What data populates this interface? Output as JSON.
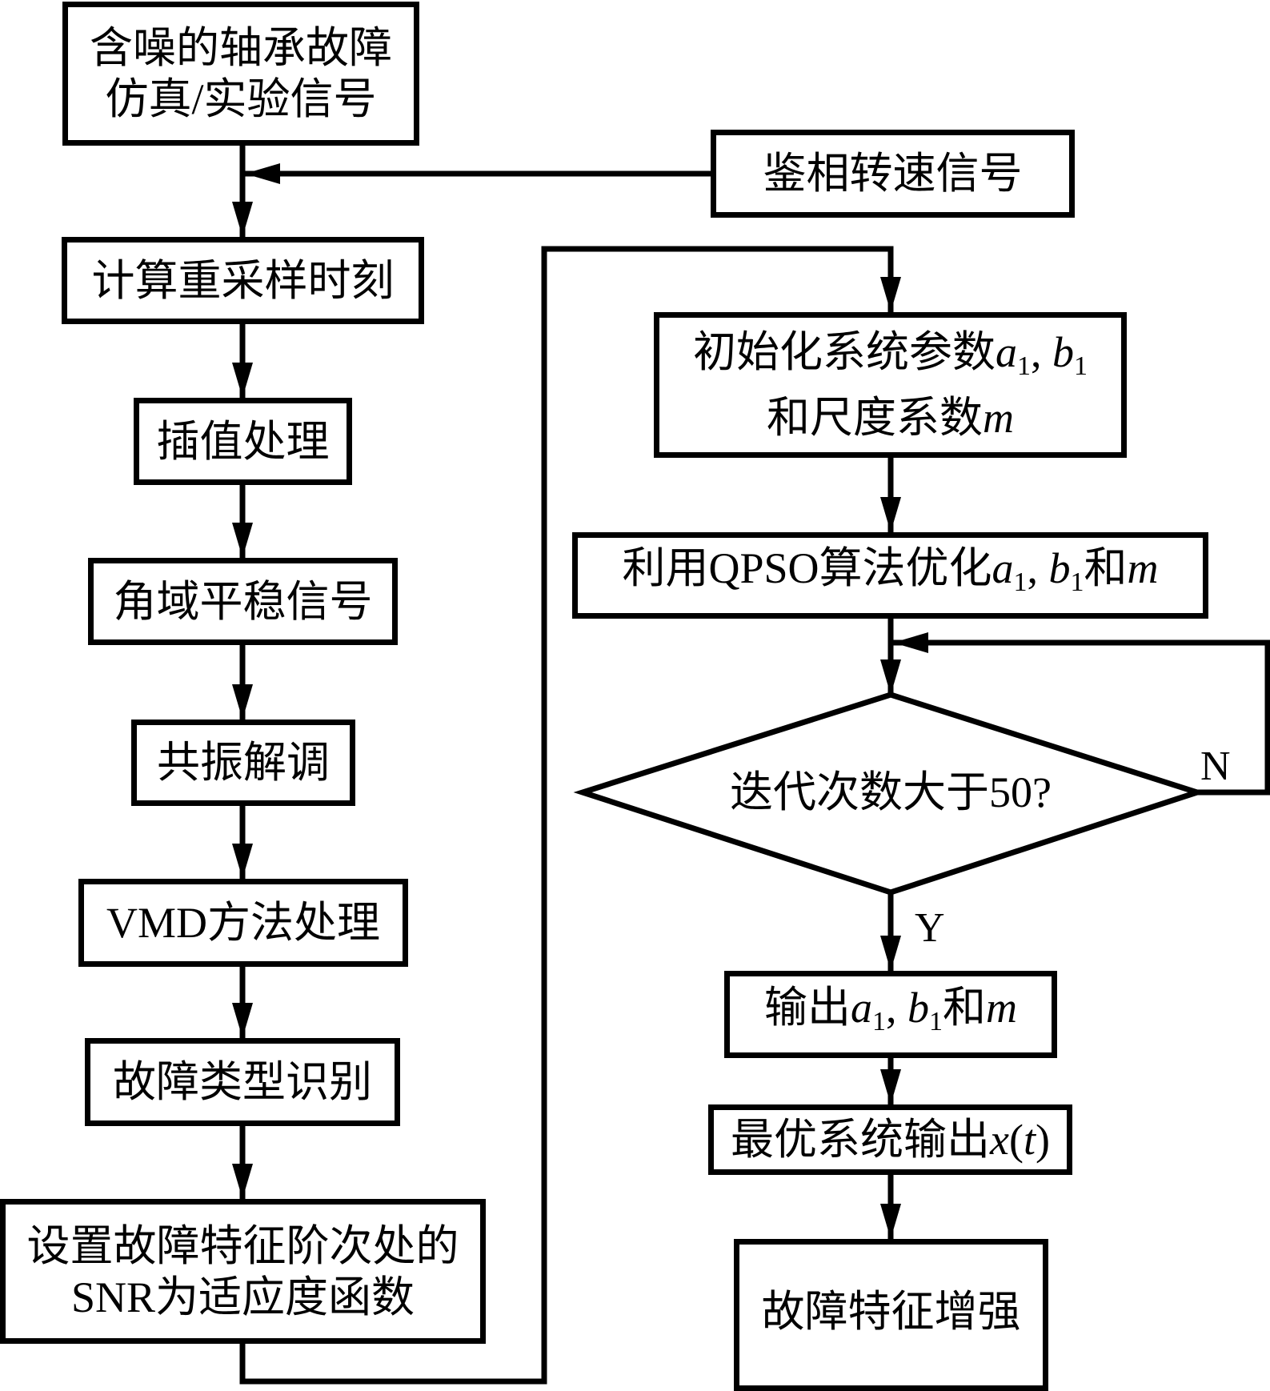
{
  "diagram": {
    "type": "flowchart",
    "left_column": [
      {
        "id": "noisy-signal",
        "lines": [
          "含噪的轴承故障",
          "仿真/实验信号"
        ]
      },
      {
        "id": "resample-time",
        "lines": [
          "计算重采样时刻"
        ]
      },
      {
        "id": "interpolation",
        "lines": [
          "插值处理"
        ]
      },
      {
        "id": "angle-domain-signal",
        "lines": [
          "角域平稳信号"
        ]
      },
      {
        "id": "resonance-demod",
        "lines": [
          "共振解调"
        ]
      },
      {
        "id": "vmd",
        "lines": [
          "VMD方法处理"
        ]
      },
      {
        "id": "fault-type",
        "lines": [
          "故障类型识别"
        ]
      },
      {
        "id": "fitness",
        "lines": [
          "设置故障特征阶次处的",
          "SNR为适应度函数"
        ]
      }
    ],
    "side_input": {
      "id": "tacho-signal",
      "lines": [
        "鉴相转速信号"
      ]
    },
    "right_column": {
      "init": {
        "prefix": "初始化系统参数",
        "a": "a",
        "sub1": "1",
        "sep": ", ",
        "b": "b",
        "sub2": "1",
        "line2_prefix": "和尺度系数",
        "m": "m"
      },
      "qpso": {
        "prefix": "利用QPSO算法优化",
        "a": "a",
        "sub1": "1",
        "sep": ", ",
        "b": "b",
        "sub2": "1",
        "and": "和",
        "m": "m"
      },
      "decision": {
        "text": "迭代次数大于50?",
        "yes_label": "Y",
        "no_label": "N"
      },
      "output_params": {
        "prefix": "输出",
        "a": "a",
        "sub1": "1",
        "sep": ", ",
        "b": "b",
        "sub2": "1",
        "and": "和",
        "m": "m"
      },
      "optimal_output": {
        "prefix": "最优系统输出",
        "x": "x",
        "open": "(",
        "t": "t",
        "close": ")"
      },
      "enhance": {
        "text": "故障特征增强"
      }
    }
  }
}
